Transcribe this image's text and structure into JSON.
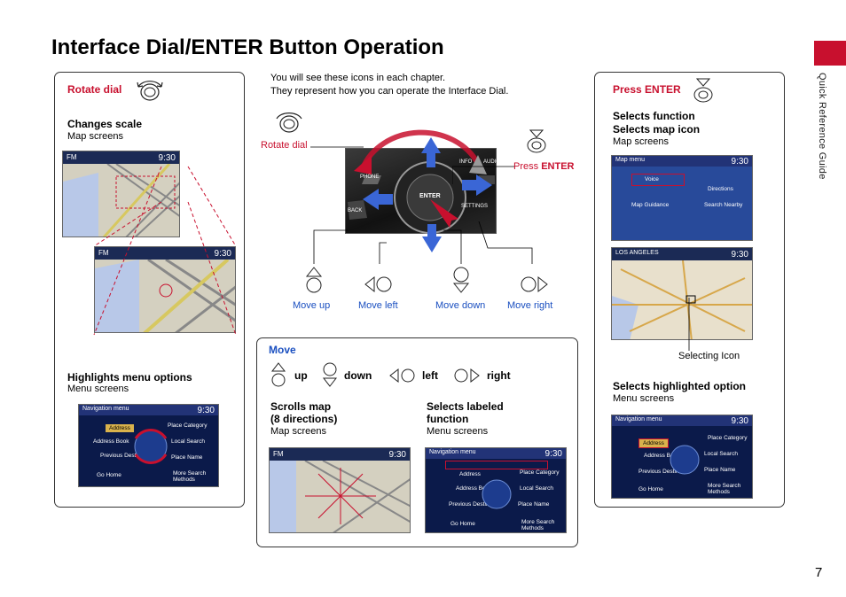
{
  "title": "Interface Dial/ENTER Button Operation",
  "side_label": "Quick Reference Guide",
  "page_number": "7",
  "intro_line1": "You will see these icons in each chapter.",
  "intro_line2": "They represent how you can operate the Interface Dial.",
  "left_panel": {
    "heading": "Rotate dial",
    "item1_title": "Changes scale",
    "item1_sub": "Map screens",
    "item2_title": "Highlights menu options",
    "item2_sub": "Menu screens"
  },
  "right_panel": {
    "heading": "Press ENTER",
    "item1_title1": "Selects function",
    "item1_title2": "Selects map icon",
    "item1_sub": "Map screens",
    "selecting_icon": "Selecting Icon",
    "item2_title": "Selects highlighted option",
    "item2_sub": "Menu screens"
  },
  "center": {
    "rotate_dial_label": "Rotate dial",
    "press_label": "Press",
    "enter_label": "ENTER",
    "move_up": "Move up",
    "move_left": "Move left",
    "move_down": "Move down",
    "move_right": "Move right"
  },
  "move_panel": {
    "heading": "Move",
    "up": "up",
    "down": "down",
    "left": "left",
    "right": "right",
    "col1_title1": "Scrolls map",
    "col1_title2": "(8 directions)",
    "col1_sub": "Map screens",
    "col2_title1": "Selects labeled",
    "col2_title2": "function",
    "col2_sub": "Menu screens"
  },
  "screens": {
    "time": "9:30",
    "fm": "FM",
    "nav_menu": "Navigation menu",
    "map_menu": "Map menu",
    "los_angeles": "LOS ANGELES",
    "menu_address": "Address",
    "menu_place_category": "Place Category",
    "menu_address_book": "Address Book",
    "menu_local_search": "Local Search",
    "menu_prev_dest": "Previous Destination",
    "menu_place_name": "Place Name",
    "menu_go_home": "Go Home",
    "menu_more_search": "More Search Methods",
    "map_voice": "Voice",
    "map_directions": "Directions",
    "map_search_nearby": "Search Nearby",
    "map_guidance": "Map Guidance",
    "dial_enter": "ENTER",
    "dial_back": "BACK",
    "dial_phone": "PHONE",
    "dial_info": "INFO",
    "dial_audio": "AUDIO",
    "dial_settings": "SETTINGS"
  },
  "colors": {
    "accent_red": "#c8102e",
    "accent_blue": "#1a4fc0"
  }
}
